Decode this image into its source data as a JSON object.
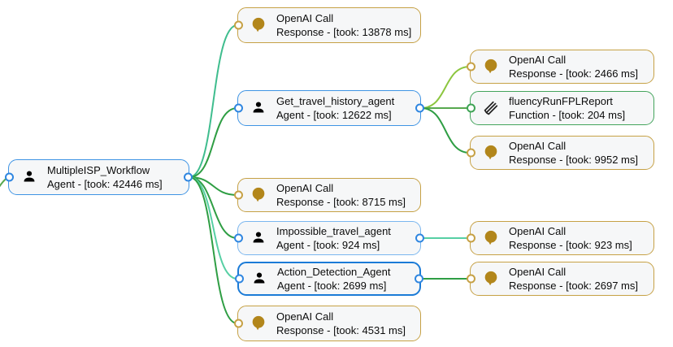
{
  "diagram": {
    "kind": "agent-workflow-trace-graph",
    "nodes": [
      {
        "id": "root",
        "title": "MultipleISP_Workflow",
        "subtitle": "Agent - [took: 42446 ms]",
        "type": "agent"
      },
      {
        "id": "openai-13878",
        "title": "OpenAI Call",
        "subtitle": "Response - [took: 13878 ms]",
        "type": "openai-response"
      },
      {
        "id": "travel-history",
        "title": "Get_travel_history_agent",
        "subtitle": "Agent - [took: 12622 ms]",
        "type": "agent"
      },
      {
        "id": "openai-2466",
        "title": "OpenAI Call",
        "subtitle": "Response - [took: 2466 ms]",
        "type": "openai-response"
      },
      {
        "id": "fluency",
        "title": "fluencyRunFPLReport",
        "subtitle": "Function - [took: 204 ms]",
        "type": "function"
      },
      {
        "id": "openai-9952",
        "title": "OpenAI Call",
        "subtitle": "Response - [took: 9952 ms]",
        "type": "openai-response"
      },
      {
        "id": "openai-8715",
        "title": "OpenAI Call",
        "subtitle": "Response - [took: 8715 ms]",
        "type": "openai-response"
      },
      {
        "id": "impossible",
        "title": "Impossible_travel_agent",
        "subtitle": "Agent - [took: 924 ms]",
        "type": "agent"
      },
      {
        "id": "openai-923",
        "title": "OpenAI Call",
        "subtitle": "Response - [took: 923 ms]",
        "type": "openai-response"
      },
      {
        "id": "action",
        "title": "Action_Detection_Agent",
        "subtitle": "Agent - [took: 2699 ms]",
        "type": "agent-selected"
      },
      {
        "id": "openai-2697",
        "title": "OpenAI Call",
        "subtitle": "Response - [took: 2697 ms]",
        "type": "openai-response"
      },
      {
        "id": "openai-4531",
        "title": "OpenAI Call",
        "subtitle": "Response - [took: 4531 ms]",
        "type": "openai-response"
      }
    ],
    "colors": {
      "agent_border": "#3f94e4",
      "agent_border_light": "#7ab6ef",
      "agent_border_selected": "#1b7bd7",
      "openai_border": "#c6a145",
      "openai_icon": "#b2861b",
      "function_border": "#43a45c",
      "node_background": "#f6f7f8",
      "edge_teal": "#3fbd8e",
      "edge_mint": "#57cfa4",
      "edge_green": "#2f9e44",
      "edge_lime": "#8cc63f",
      "edge_midgreen": "#57a84f"
    }
  }
}
